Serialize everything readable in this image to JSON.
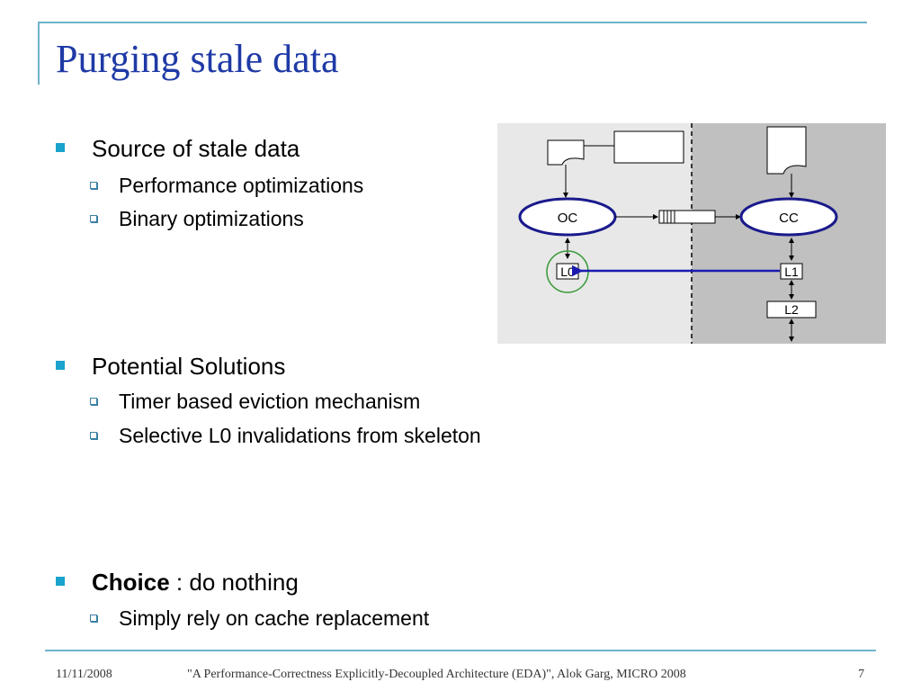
{
  "title": "Purging stale data",
  "bullets": [
    {
      "text": "Source of stale data",
      "sub": [
        "Performance optimizations",
        "Binary optimizations"
      ]
    },
    {
      "text": "Potential Solutions",
      "sub": [
        "Timer based eviction mechanism",
        "Selective L0 invalidations from skeleton"
      ]
    },
    {
      "bold": "Choice",
      "text": " : do nothing",
      "sub": [
        "Simply rely on cache replacement"
      ]
    }
  ],
  "diagram": {
    "labels": {
      "oc": "OC",
      "cc": "CC",
      "l0": "L0",
      "l1": "L1",
      "l2": "L2"
    },
    "colors": {
      "left_bg": "#e8e8e8",
      "right_bg": "#c0c0c0",
      "ellipse_border": "#1a1a8c",
      "invalidate_arrow": "#1a1ab0",
      "l0_circle": "#3a9a3a"
    }
  },
  "footer": {
    "date": "11/11/2008",
    "citation": "\"A Performance-Correctness Explicitly-Decoupled Architecture (EDA)\", Alok Garg, MICRO 2008",
    "page": "7"
  }
}
